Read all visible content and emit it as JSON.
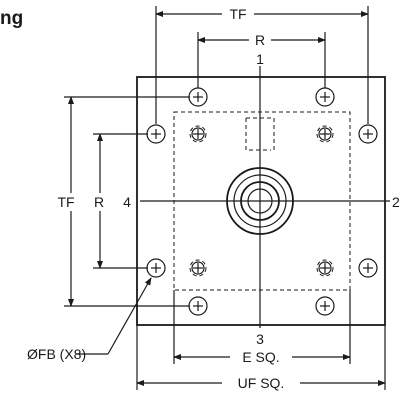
{
  "title_fragment": "ng",
  "dimensions": {
    "tf_horizontal": "TF",
    "r_horizontal": "R",
    "tf_vertical": "TF",
    "r_vertical": "R",
    "e_square": "E SQ.",
    "uf_square": "UF SQ.",
    "hole_callout": "ØFB (X8)"
  },
  "ports": {
    "top": "1",
    "right": "2",
    "bottom": "3",
    "left": "4"
  }
}
